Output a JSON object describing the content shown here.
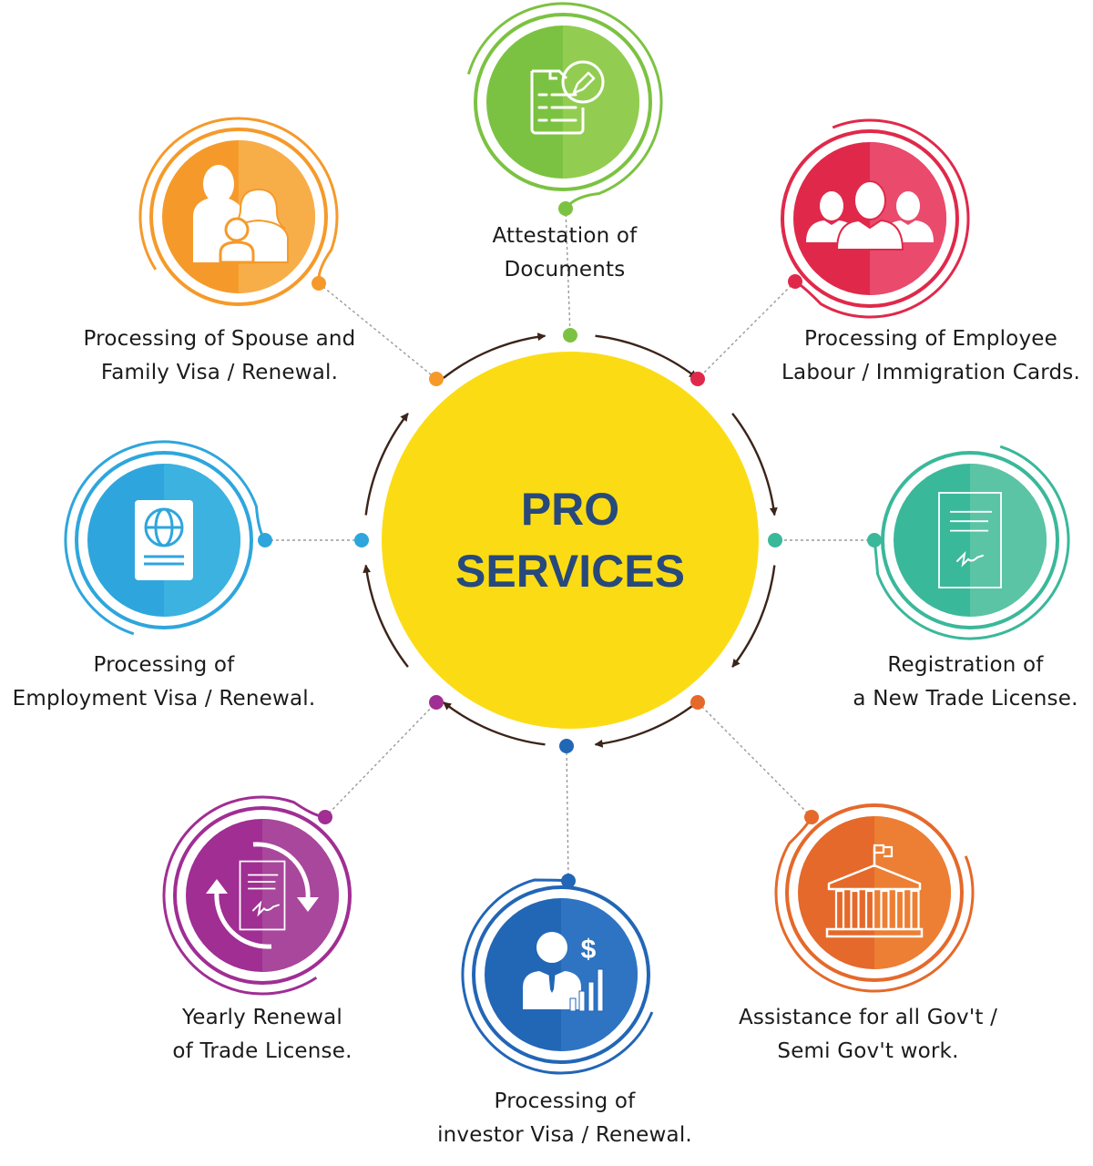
{
  "diagram": {
    "center": {
      "title_line1": "PRO",
      "title_line2": "SERVICES",
      "fill": "#fbdc14",
      "text_color": "#27497c"
    },
    "arrow_color": "#3b241a",
    "services": [
      {
        "id": "attestation",
        "line1": "Attestation of",
        "line2": "Documents",
        "icon": "document-edit-icon",
        "color": "#7cc242",
        "color_light": "#92cd52"
      },
      {
        "id": "employee-cards",
        "line1": "Processing of Employee",
        "line2": "Labour / Immigration Cards.",
        "icon": "employees-group-icon",
        "color": "#e0294a",
        "color_light": "#ea4a6c"
      },
      {
        "id": "new-trade-license",
        "line1": "Registration of",
        "line2": "a New Trade License.",
        "icon": "signed-document-icon",
        "color": "#3ab89a",
        "color_light": "#5bc4a5"
      },
      {
        "id": "govt-work",
        "line1": "Assistance for all Gov't /",
        "line2": "Semi Gov't work.",
        "icon": "government-building-icon",
        "color": "#e5692a",
        "color_light": "#ec7f34"
      },
      {
        "id": "investor-visa",
        "line1": "Processing of",
        "line2": "investor Visa / Renewal.",
        "icon": "investor-growth-icon",
        "color": "#2266b6",
        "color_light": "#2e74c2"
      },
      {
        "id": "trade-license-renewal",
        "line1": "Yearly Renewal",
        "line2": "of Trade License.",
        "icon": "renewal-document-icon",
        "color": "#a02e93",
        "color_light": "#a8479b"
      },
      {
        "id": "employment-visa",
        "line1": "Processing of",
        "line2": "Employment Visa / Renewal.",
        "icon": "passport-icon",
        "color": "#2ea6dd",
        "color_light": "#3bb2e0"
      },
      {
        "id": "family-visa",
        "line1": "Processing of Spouse and",
        "line2": "Family Visa / Renewal.",
        "icon": "family-icon",
        "color": "#f59a2a",
        "color_light": "#f8ae48"
      }
    ]
  }
}
